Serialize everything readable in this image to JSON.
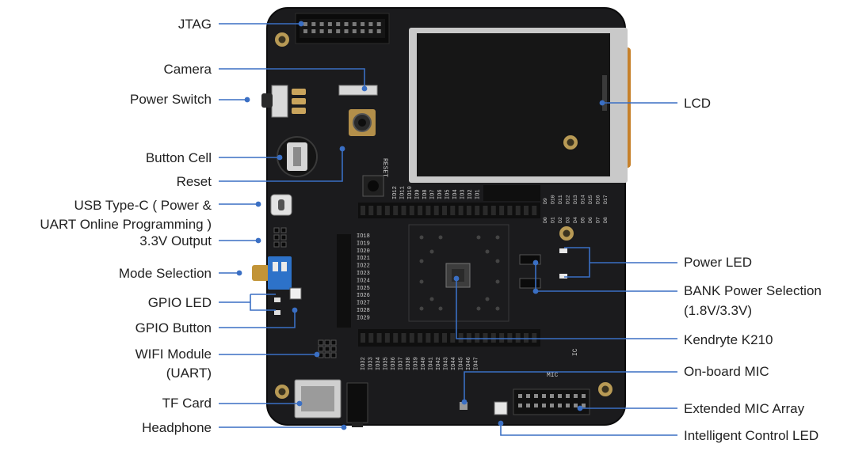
{
  "colors": {
    "board": "#1b1b1d",
    "board_edge": "#0c0c0d",
    "leader_line": "#3a6fc4",
    "pad_gold": "#b89a55",
    "lcd": "#161616",
    "lcd_bezel": "#c9c9c9",
    "flex": "#c6802a",
    "switch_blue": "#2d72c9",
    "header_pins": "#0f0f0f",
    "silkscreen": "#cfcfcf"
  },
  "labels_left": [
    {
      "id": "jtag",
      "text": "JTAG"
    },
    {
      "id": "camera",
      "text": "Camera"
    },
    {
      "id": "power-switch",
      "text": "Power Switch"
    },
    {
      "id": "button-cell",
      "text": "Button Cell"
    },
    {
      "id": "reset",
      "text": "Reset"
    },
    {
      "id": "usb-type-c",
      "lines": [
        "USB Type-C ( Power &",
        "UART Online Programming )"
      ]
    },
    {
      "id": "output-3v3",
      "text": "3.3V Output"
    },
    {
      "id": "mode-selection",
      "text": "Mode Selection"
    },
    {
      "id": "gpio-led",
      "text": "GPIO LED"
    },
    {
      "id": "gpio-button",
      "text": "GPIO Button"
    },
    {
      "id": "wifi-module",
      "lines": [
        "WIFI Module",
        "(UART)"
      ]
    },
    {
      "id": "tf-card",
      "text": "TF Card"
    },
    {
      "id": "headphone",
      "text": "Headphone"
    }
  ],
  "labels_right": [
    {
      "id": "lcd",
      "text": "LCD"
    },
    {
      "id": "power-led",
      "text": "Power LED"
    },
    {
      "id": "bank-power-selection",
      "lines": [
        "BANK Power Selection",
        "(1.8V/3.3V)"
      ]
    },
    {
      "id": "kendryte-k210",
      "text": "Kendryte K210"
    },
    {
      "id": "onboard-mic",
      "text": "On-board MIC"
    },
    {
      "id": "extended-mic-array",
      "text": "Extended MIC Array"
    },
    {
      "id": "intelligent-control-led",
      "text": "Intelligent Control LED"
    }
  ],
  "silkscreen": {
    "reset": "RESET",
    "mic": "MIC",
    "ic": "IC",
    "io_top": [
      "IO12",
      "IO11",
      "IO10",
      "IO9",
      "IO8",
      "IO7",
      "IO6",
      "IO5",
      "IO4",
      "IO3",
      "IO2",
      "IO1"
    ],
    "d_right": [
      "D0",
      "D1",
      "D2",
      "D3",
      "D4",
      "D5",
      "D6",
      "D7",
      "D8",
      "D9",
      "D10",
      "D11",
      "D12",
      "D13",
      "D14",
      "D15",
      "D16",
      "D17"
    ],
    "io_bottom": [
      "IO32",
      "IO33",
      "IO34",
      "IO35",
      "IO36",
      "IO37",
      "IO38",
      "IO39",
      "IO40",
      "IO41",
      "IO42",
      "IO43",
      "IO44",
      "IO45",
      "IO46",
      "IO47"
    ],
    "io_left": [
      "IO18",
      "IO19",
      "IO20",
      "IO21",
      "IO22",
      "IO23",
      "IO24",
      "IO25",
      "IO26",
      "IO27",
      "IO28",
      "IO29"
    ]
  }
}
